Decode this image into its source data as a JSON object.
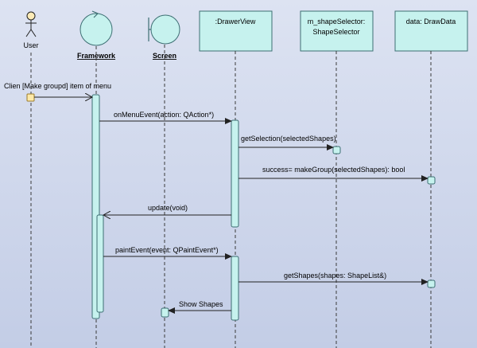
{
  "participants": {
    "user": "User",
    "framework": "Framework",
    "screen": "Screen",
    "drawer_view": ":DrawerView",
    "shape_selector_line1": "m_shapeSelector:",
    "shape_selector_line2": "ShapeSelector",
    "draw_data": "data: DrawData"
  },
  "messages": {
    "m1": "Clien [Make groupd] item of menu",
    "m2": "onMenuEvent(action: QAction*)",
    "m3": "getSelection(selectedShapes)",
    "m4": "success= makeGroup(selectedShapes): bool",
    "m5": "update(void)",
    "m6": "paintEvent(event: QPaintEvent*)",
    "m7": "getShapes(shapes: ShapeList&)",
    "m8": "Show Shapes"
  },
  "colors": {
    "object_fill": "#c6f2ee",
    "object_stroke": "#3d6f73",
    "background_top": "#dde3f2",
    "background_bottom": "#c3cde6"
  }
}
